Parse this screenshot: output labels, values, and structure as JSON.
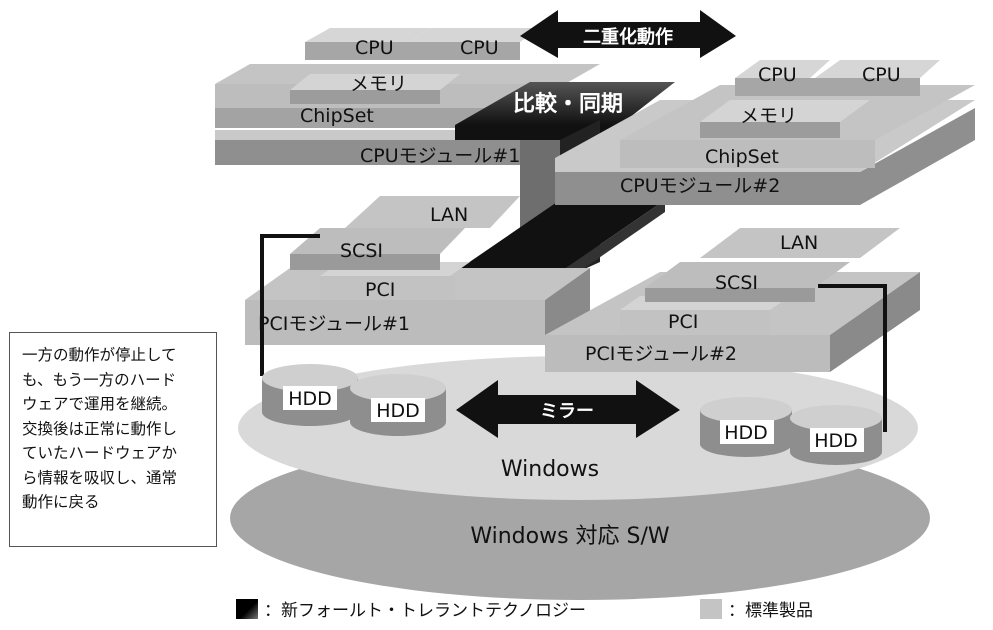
{
  "arrows": {
    "duplex": "二重化動作",
    "mirror": "ミラー"
  },
  "sync_block": "比較・同期",
  "module1": {
    "cpu1": "CPU",
    "cpu2": "CPU",
    "memory": "メモリ",
    "chipset": "ChipSet",
    "name": "CPUモジュール#1"
  },
  "module2": {
    "cpu1": "CPU",
    "cpu2": "CPU",
    "memory": "メモリ",
    "chipset": "ChipSet",
    "name": "CPUモジュール#2"
  },
  "pci1": {
    "lan": "LAN",
    "scsi": "SCSI",
    "pci": "PCI",
    "name": "PCIモジュール#1"
  },
  "pci2": {
    "lan": "LAN",
    "scsi": "SCSI",
    "pci": "PCI",
    "name": "PCIモジュール#2"
  },
  "hdd": [
    "HDD",
    "HDD",
    "HDD",
    "HDD"
  ],
  "os": {
    "windows": "Windows",
    "sw": "Windows 対応 S/W"
  },
  "note_lines": [
    "一方の動作が停止して",
    "も、もう一方のハード",
    "ウェアで運用を継続。",
    "交換後は正常に動作し",
    "ていたハードウェアか",
    "ら情報を吸収し、通常",
    "動作に戻る"
  ],
  "legend": {
    "new_tech": "：新フォールト・トレラントテクノロジー",
    "standard": "：標準製品"
  },
  "colors": {
    "dark": "#1a1a1a",
    "gray_top": "#c4c4c4",
    "gray_side": "#9a9a9a",
    "ellipse_light": "#d8d8d8",
    "ellipse_dark": "#a8a8a8"
  }
}
